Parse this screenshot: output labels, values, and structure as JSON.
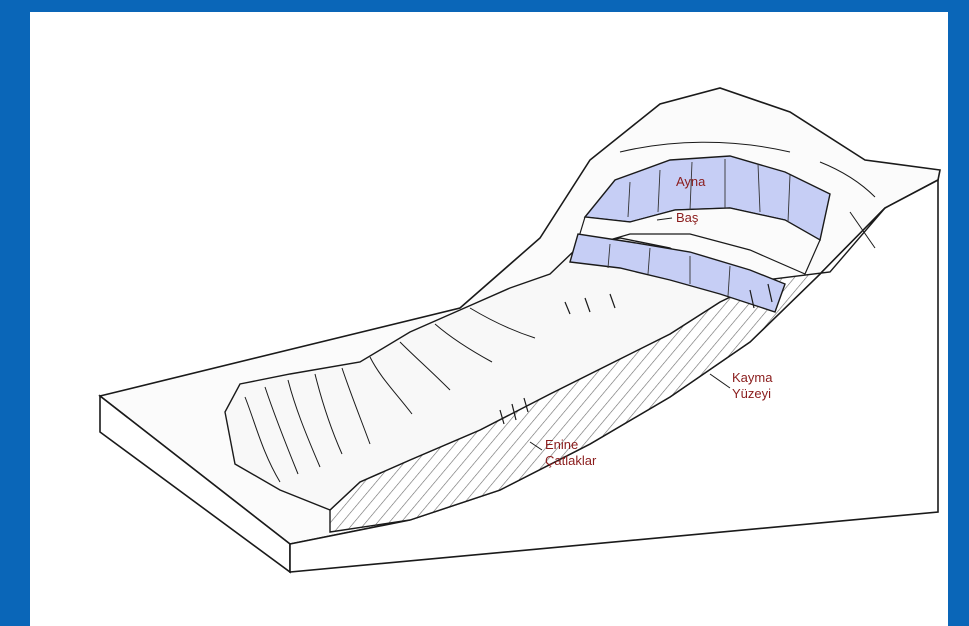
{
  "labels": {
    "ayna": "Ayna",
    "bas": "Baş",
    "kayma_line1": "Kayma",
    "kayma_line2": "Yüzeyi",
    "enine_line1": "Enine",
    "enine_line2": "Çatlaklar"
  },
  "colors": {
    "frame_border": "#0a66b8",
    "scarp_fill": "#c6cef5",
    "label_text": "#8a1c1c",
    "line": "#1a1a1a",
    "hatch": "#555555"
  }
}
